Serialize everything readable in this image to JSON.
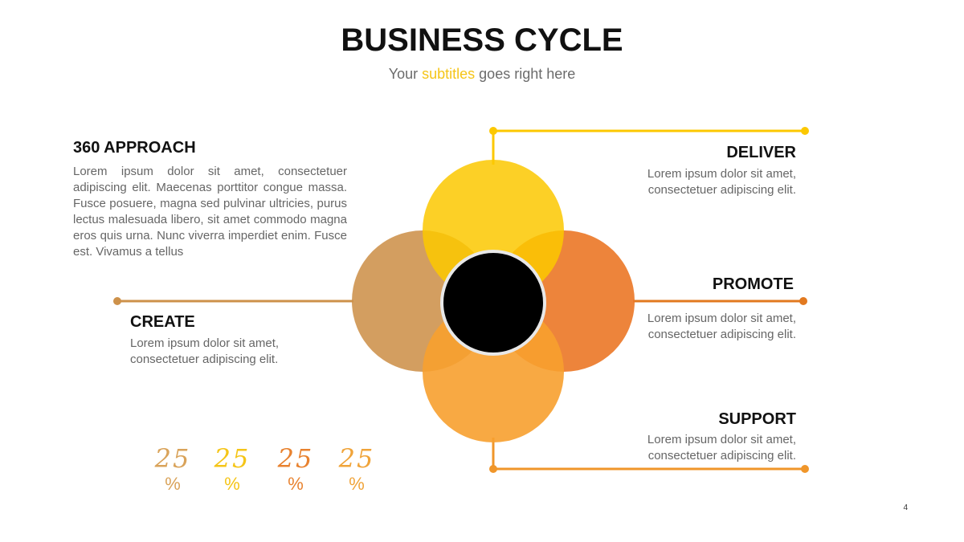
{
  "title": "BUSINESS CYCLE",
  "subtitle": {
    "before": "Your ",
    "highlight": "subtitles",
    "after": " goes right here"
  },
  "sections": {
    "approach": {
      "heading": "360 APPROACH",
      "text": "Lorem ipsum dolor sit amet, consectetuer adipiscing elit. Maecenas porttitor congue massa. Fusce posuere, magna sed pulvinar ultricies, purus lectus malesuada libero, sit amet commodo magna eros quis urna. Nunc viverra imperdiet enim. Fusce est. Vivamus a tellus"
    },
    "create": {
      "heading": "CREATE",
      "line1": "Lorem ipsum dolor sit amet,",
      "line2": "consectetuer adipiscing elit."
    },
    "deliver": {
      "heading": "DELIVER",
      "line1": "Lorem ipsum dolor sit amet,",
      "line2": "consectetuer adipiscing elit."
    },
    "promote": {
      "heading": "PROMOTE",
      "line1": "Lorem ipsum dolor sit amet,",
      "line2": "consectetuer adipiscing elit."
    },
    "support": {
      "heading": "SUPPORT",
      "line1": "Lorem ipsum dolor sit amet,",
      "line2": "consectetuer adipiscing elit."
    }
  },
  "percentages": [
    {
      "value": "25",
      "symbol": "%",
      "color": "#d9a35a"
    },
    {
      "value": "25",
      "symbol": "%",
      "color": "#f5c518"
    },
    {
      "value": "25",
      "symbol": "%",
      "color": "#e8822f"
    },
    {
      "value": "25",
      "symbol": "%",
      "color": "#f0a43a"
    }
  ],
  "colors": {
    "deliver": "#fcc800",
    "create": "#cd914a",
    "promote": "#ec7a2a",
    "support": "#f7a02f",
    "center": "#000000"
  },
  "page_number": "4"
}
